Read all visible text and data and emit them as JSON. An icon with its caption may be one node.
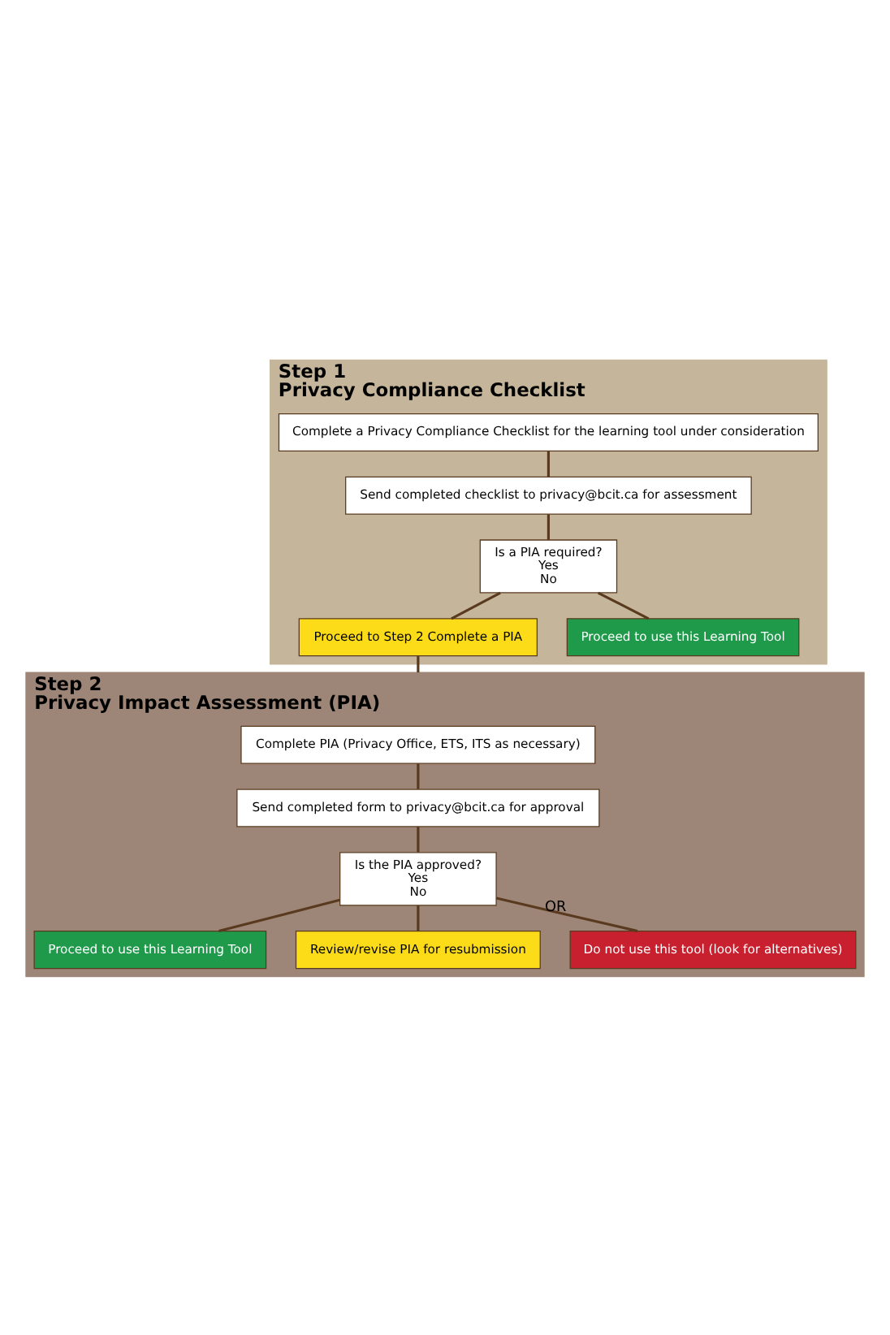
{
  "diagram": {
    "nodes": [
      {
        "text": [
          "Step 1",
          "Privacy Compliance Checklist"
        ]
      },
      {
        "text": [
          "Complete a Privacy Compliance Checklist for the learning tool under consideration"
        ],
        "in": 0
      },
      {
        "text": [
          "Send completed checklist to privacy@bcit.ca for assessment"
        ],
        "in": 0
      },
      {
        "text": [
          "Is a PIA required?",
          "Yes",
          "No"
        ],
        "in": 0
      },
      {
        "text": [
          "Proceed to Step 2 Complete a PIA"
        ],
        "in": 0
      },
      {
        "text": [
          "Proceed to use this Learning Tool"
        ],
        "in": 0
      },
      {
        "text": [
          "Step 2",
          "Privacy Impact Assessment (PIA)"
        ]
      },
      {
        "text": [
          "Complete PIA (Privacy Office, ETS, ITS as necessary)"
        ],
        "in": 6
      },
      {
        "text": [
          "Send completed form to privacy@bcit.ca for approval"
        ],
        "in": 6
      },
      {
        "text": [
          "Is the PIA approved?",
          "Yes",
          "No"
        ],
        "in": 6
      },
      {
        "text": [
          "Proceed to use this Learning Tool"
        ],
        "in": 6
      },
      {
        "text": [
          "Review/revise PIA for resubmission"
        ],
        "in": 6
      },
      {
        "text": [
          "Do not use this tool (look for alternatives)"
        ],
        "in": 6
      }
    ],
    "edges": [
      {
        "from": 1,
        "to": 2,
        "arrow": "none"
      },
      {
        "from": 2,
        "to": 3,
        "arrow": "none"
      },
      {
        "from": 3,
        "to": 4,
        "arrow": "none"
      },
      {
        "from": 3,
        "to": 5,
        "arrow": "none"
      },
      {
        "from": 4,
        "to": 6,
        "arrow": "none"
      },
      {
        "from": 7,
        "to": 8,
        "arrow": "none"
      },
      {
        "from": 8,
        "to": 9,
        "arrow": "none"
      },
      {
        "from": 9,
        "to": 10,
        "arrow": "none"
      },
      {
        "from": 9,
        "to": 11,
        "arrow": "none"
      },
      {
        "from": 9,
        "to": 12,
        "arrow": "none",
        "label": "OR"
      }
    ]
  }
}
